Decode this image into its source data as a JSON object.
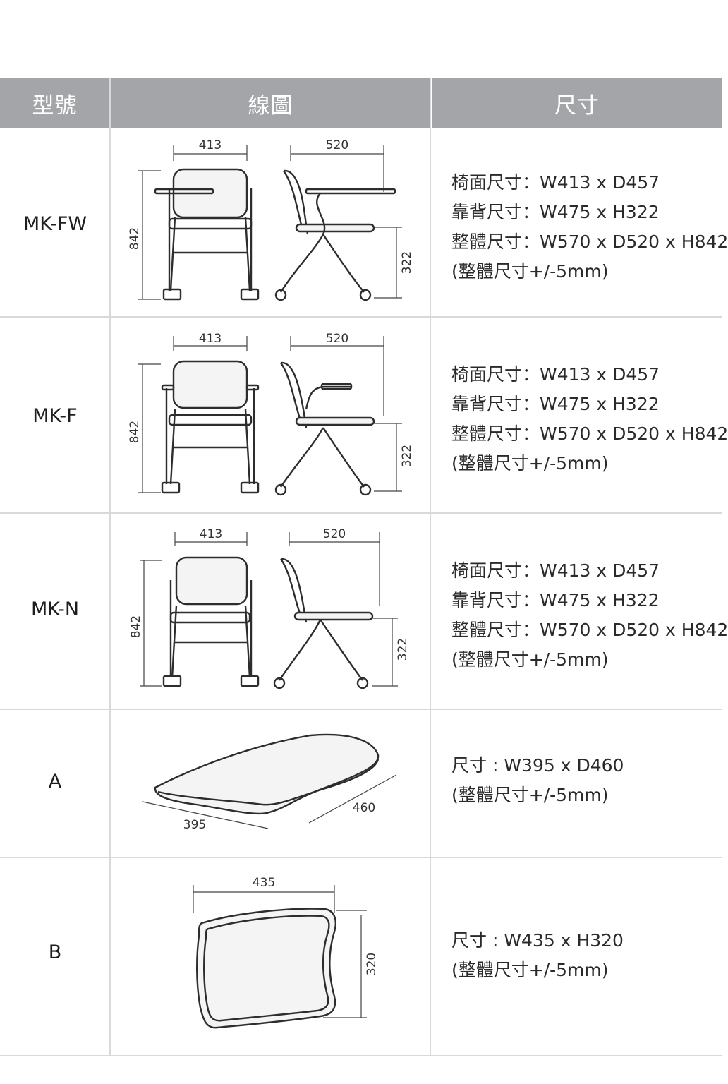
{
  "header": {
    "col_model": "型號",
    "col_drawing": "線圖",
    "col_size": "尺寸"
  },
  "rows": [
    {
      "model": "MK-FW",
      "dims": {
        "front_width": "413",
        "side_depth": "520",
        "height": "842",
        "seat_height": "322"
      },
      "specs": [
        "椅面尺寸：W413 x D457",
        "靠背尺寸：W475 x H322",
        "整體尺寸：W570 x D520 x H842",
        "(整體尺寸+/-5mm)"
      ]
    },
    {
      "model": "MK-F",
      "dims": {
        "front_width": "413",
        "side_depth": "520",
        "height": "842",
        "seat_height": "322"
      },
      "specs": [
        "椅面尺寸：W413 x D457",
        "靠背尺寸：W475 x H322",
        "整體尺寸：W570 x D520 x H842",
        "(整體尺寸+/-5mm)"
      ]
    },
    {
      "model": "MK-N",
      "dims": {
        "front_width": "413",
        "side_depth": "520",
        "height": "842",
        "seat_height": "322"
      },
      "specs": [
        "椅面尺寸：W413 x D457",
        "靠背尺寸：W475 x H322",
        "整體尺寸：W570 x D520 x H842",
        "(整體尺寸+/-5mm)"
      ]
    },
    {
      "model": "A",
      "dims": {
        "width": "395",
        "depth": "460"
      },
      "specs": [
        "尺寸 : W395 x D460",
        "(整體尺寸+/-5mm)"
      ]
    },
    {
      "model": "B",
      "dims": {
        "width": "435",
        "height": "320"
      },
      "specs": [
        "尺寸 : W435 x H320",
        "(整體尺寸+/-5mm)"
      ]
    }
  ]
}
